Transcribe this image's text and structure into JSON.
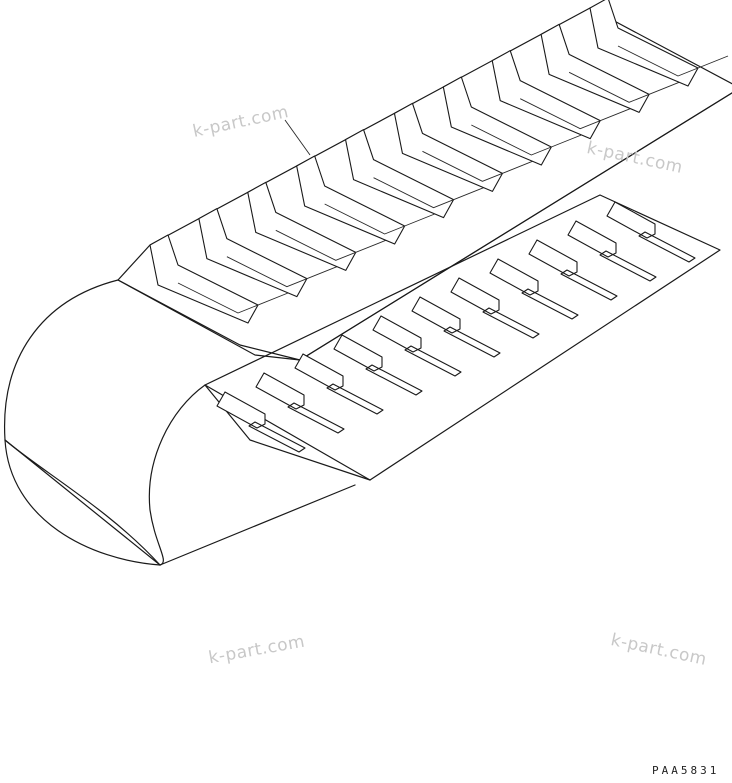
{
  "drawing": {
    "subject": "rubber track",
    "part_code": "PAA5831"
  },
  "watermarks": [
    "k-part.com",
    "k-part.com",
    "k-part.com",
    "k-part.com"
  ],
  "colors": {
    "line": "#1a1a1a",
    "watermark": "#c8c8c8",
    "background": "#ffffff"
  }
}
